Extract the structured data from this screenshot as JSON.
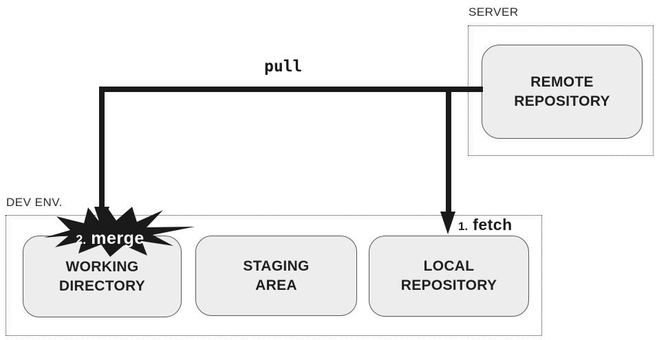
{
  "groups": {
    "server": {
      "label": "SERVER"
    },
    "dev_env": {
      "label": "DEV ENV."
    }
  },
  "nodes": {
    "remote_repository": {
      "lines": [
        "REMOTE",
        "REPOSITORY"
      ]
    },
    "working_directory": {
      "lines": [
        "WORKING",
        "DIRECTORY"
      ]
    },
    "staging_area": {
      "lines": [
        "STAGING",
        "AREA"
      ]
    },
    "local_repository": {
      "lines": [
        "LOCAL",
        "REPOSITORY"
      ]
    }
  },
  "labels": {
    "pull": "pull",
    "fetch_step": {
      "number": "1.",
      "name": "fetch"
    },
    "merge_step": {
      "number": "2.",
      "name": "merge"
    }
  },
  "colors": {
    "node_fill": "#ededed",
    "node_border": "#555555",
    "group_border": "#333333",
    "arrow": "#1a1a1a",
    "burst_fill": "#1a1a1a",
    "burst_text": "#ffffff",
    "text": "#1f1f1f"
  }
}
